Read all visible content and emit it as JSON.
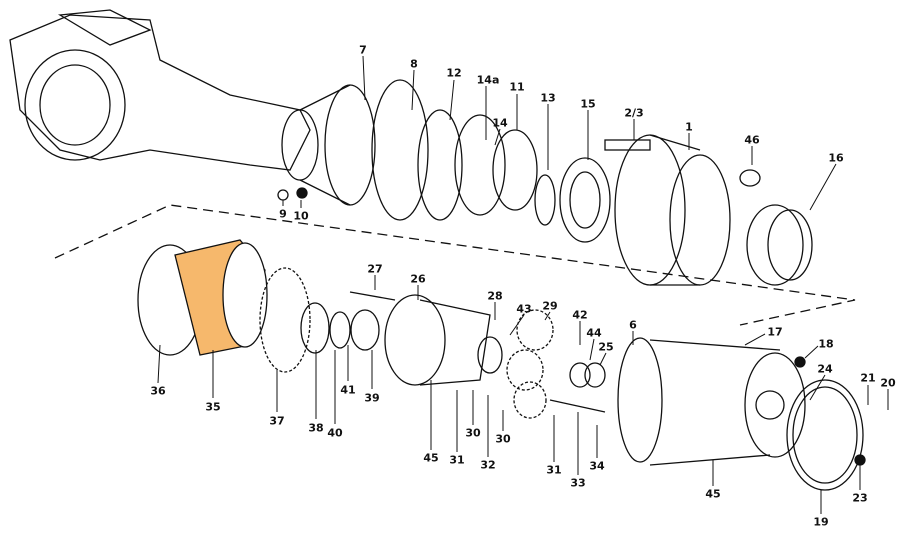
{
  "diagram": {
    "title": "Exploded view of planetary wheel hub assembly",
    "highlight_color": "#f6b86c",
    "line_color": "#111111",
    "labels": [
      "7",
      "8",
      "12",
      "14a",
      "11",
      "13",
      "15",
      "2/3",
      "1",
      "46",
      "16",
      "14",
      "9",
      "10",
      "27",
      "26",
      "28",
      "43",
      "29",
      "42",
      "44",
      "25",
      "6",
      "17",
      "18",
      "36",
      "35",
      "37",
      "38",
      "40",
      "41",
      "39",
      "45",
      "31",
      "30",
      "32",
      "30",
      "31",
      "33",
      "34",
      "45",
      "24",
      "21",
      "20",
      "23",
      "19"
    ]
  }
}
